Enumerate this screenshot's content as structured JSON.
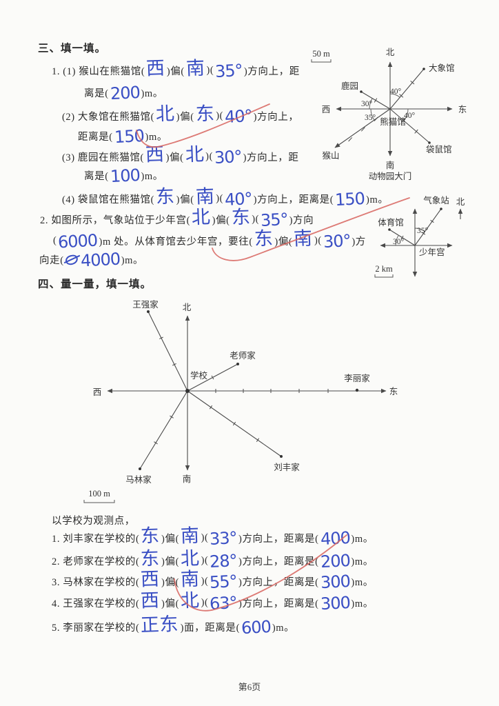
{
  "page": {
    "footer": "第6页"
  },
  "colors": {
    "ink_blue": "#3a4fc4",
    "check_red": "#d96b66",
    "print": "#2b2b2b"
  },
  "section3": {
    "heading": "三、填一填。",
    "lines": [
      {
        "segs": [
          {
            "t": "1. (1) 猴山在熊猫馆("
          },
          {
            "w": "西"
          },
          {
            "t": ")偏("
          },
          {
            "w": "南"
          },
          {
            "t": ")("
          },
          {
            "w": "35°"
          },
          {
            "t": ")方向上，距"
          }
        ]
      },
      {
        "segs": [
          {
            "t": "离是("
          },
          {
            "w": "200"
          },
          {
            "t": ")m。"
          }
        ]
      },
      {
        "segs": [
          {
            "t": "(2) 大象馆在熊猫馆("
          },
          {
            "w": "北"
          },
          {
            "t": ")偏("
          },
          {
            "w": "东"
          },
          {
            "t": ")("
          },
          {
            "w": "40°"
          },
          {
            "t": ")方向上，"
          }
        ]
      },
      {
        "segs": [
          {
            "t": "距离是("
          },
          {
            "w": "150"
          },
          {
            "t": ")m。"
          }
        ]
      },
      {
        "segs": [
          {
            "t": "(3) 鹿园在熊猫馆("
          },
          {
            "w": "西"
          },
          {
            "t": ")偏("
          },
          {
            "w": "北"
          },
          {
            "t": ")("
          },
          {
            "w": "30°"
          },
          {
            "t": ")方向上，距"
          }
        ]
      },
      {
        "segs": [
          {
            "t": "离是("
          },
          {
            "w": "100"
          },
          {
            "t": ")m。"
          }
        ]
      },
      {
        "segs": [
          {
            "t": "(4) 袋鼠馆在熊猫馆("
          },
          {
            "w": "东"
          },
          {
            "t": ")偏("
          },
          {
            "w": "南"
          },
          {
            "t": ")("
          },
          {
            "w": "40°"
          },
          {
            "t": ")方向上，距离是("
          },
          {
            "w": "150"
          },
          {
            "t": ")m。"
          }
        ]
      },
      {
        "segs": [
          {
            "t": "2. 如图所示，气象站位于少年宫("
          },
          {
            "w": "北"
          },
          {
            "t": ")偏("
          },
          {
            "w": "东"
          },
          {
            "t": ")("
          },
          {
            "w": "35°"
          },
          {
            "t": ")方向"
          }
        ]
      },
      {
        "segs": [
          {
            "t": "("
          },
          {
            "w": "6000"
          },
          {
            "t": ")m 处。从体育馆去少年宫，要往("
          },
          {
            "w": "东"
          },
          {
            "t": ")偏("
          },
          {
            "w": "南"
          },
          {
            "t": ")("
          },
          {
            "w": "30°"
          },
          {
            "t": ")方"
          }
        ]
      },
      {
        "segs": [
          {
            "t": "向走("
          },
          {
            "s": 1
          },
          {
            "w": "4000"
          },
          {
            "t": ")m。"
          }
        ]
      }
    ]
  },
  "section4": {
    "heading": "四、量一量，填一填。",
    "intro": [
      {
        "t": "以学校为观测点，"
      }
    ],
    "lines": [
      {
        "segs": [
          {
            "t": "1. 刘丰家在学校的("
          },
          {
            "w": "东"
          },
          {
            "t": ")偏("
          },
          {
            "w": "南"
          },
          {
            "t": ")("
          },
          {
            "w": "33°"
          },
          {
            "t": ")方向上，距离是("
          },
          {
            "w": "400"
          },
          {
            "t": ")m。"
          }
        ]
      },
      {
        "segs": [
          {
            "t": "2. 老师家在学校的("
          },
          {
            "w": "东"
          },
          {
            "t": ")偏("
          },
          {
            "w": "北"
          },
          {
            "t": ")("
          },
          {
            "w": "28°"
          },
          {
            "t": ")方向上，距离是("
          },
          {
            "w": "200"
          },
          {
            "t": ")m。"
          }
        ]
      },
      {
        "segs": [
          {
            "t": "3. 马林家在学校的("
          },
          {
            "w": "西"
          },
          {
            "t": ")偏("
          },
          {
            "w": "南"
          },
          {
            "t": ")("
          },
          {
            "w": "55°"
          },
          {
            "t": ")方向上，距离是("
          },
          {
            "w": "300"
          },
          {
            "t": ")m。"
          }
        ]
      },
      {
        "segs": [
          {
            "t": "4. 王强家在学校的("
          },
          {
            "w": "西"
          },
          {
            "t": ")偏("
          },
          {
            "w": "北"
          },
          {
            "t": ")("
          },
          {
            "w": "63°"
          },
          {
            "t": ")方向上，距离是("
          },
          {
            "w": "300"
          },
          {
            "t": ")m。"
          }
        ]
      },
      {
        "segs": [
          {
            "t": "5. 李丽家在学校的("
          },
          {
            "w": "正东"
          },
          {
            "t": ")面，距离是("
          },
          {
            "w": "600"
          },
          {
            "t": ")m。"
          }
        ]
      }
    ]
  },
  "zoo": {
    "scale": "50 m",
    "north": "北",
    "south": "南",
    "east": "东",
    "west": "西",
    "center": "熊猫馆",
    "gate": "动物园大门",
    "elephant": "大象馆",
    "deer": "鹿园",
    "monkey": "猴山",
    "kangaroo": "袋鼠馆",
    "angle_top": "40°",
    "angle_deer": "30°",
    "angle_monkey": "35°",
    "angle_kangaroo": "40°"
  },
  "weather": {
    "north": "北",
    "station": "气象站",
    "gym": "体育馆",
    "palace": "少年宫",
    "angle_station": "35°",
    "angle_gym": "30°",
    "scale": "2 km"
  },
  "map": {
    "north": "北",
    "south": "南",
    "east": "东",
    "west": "西",
    "school": "学校",
    "wang": "王强家",
    "teacher": "老师家",
    "lili": "李丽家",
    "malin": "马林家",
    "liufeng": "刘丰家",
    "scale": "100 m"
  }
}
